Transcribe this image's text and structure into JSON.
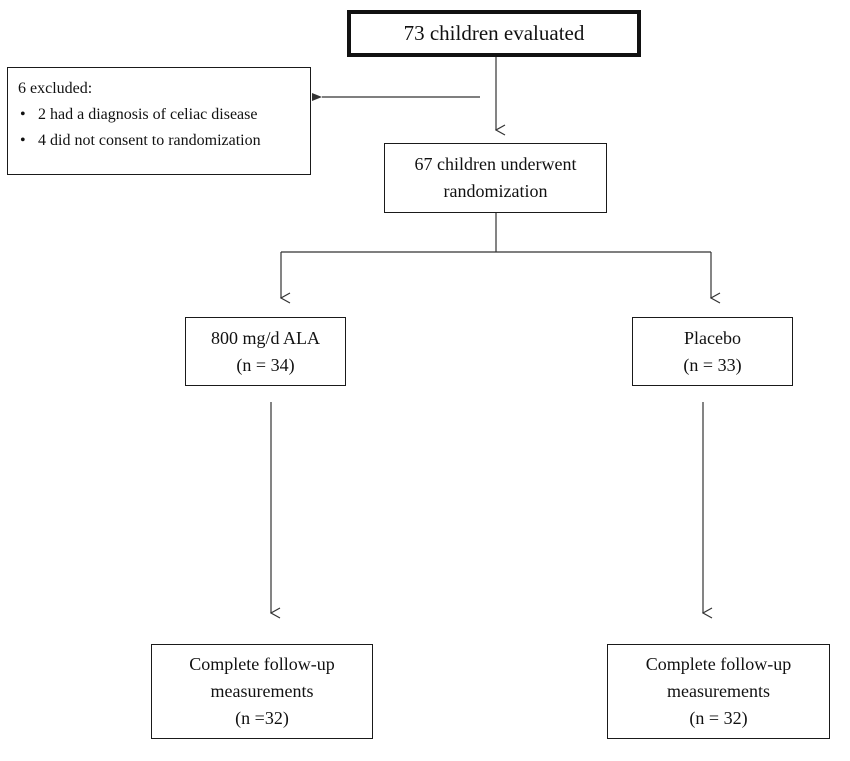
{
  "nodes": {
    "evaluated": {
      "label": "73 children evaluated"
    },
    "excluded": {
      "title": "6 excluded:",
      "items": [
        "2 had a diagnosis of celiac disease",
        "4 did not consent to randomization"
      ]
    },
    "randomized": {
      "line1": "67 children underwent",
      "line2": "randomization"
    },
    "ala": {
      "line1": "800 mg/d ALA",
      "line2": "(n = 34)"
    },
    "placebo": {
      "line1": "Placebo",
      "line2": "(n = 33)"
    },
    "ala_followup": {
      "line1": "Complete follow-up",
      "line2": "measurements",
      "line3": "(n =32)"
    },
    "placebo_followup": {
      "line1": "Complete follow-up",
      "line2": "measurements",
      "line3": "(n = 32)"
    }
  },
  "colors": {
    "line": "#333333",
    "border": "#111111"
  }
}
